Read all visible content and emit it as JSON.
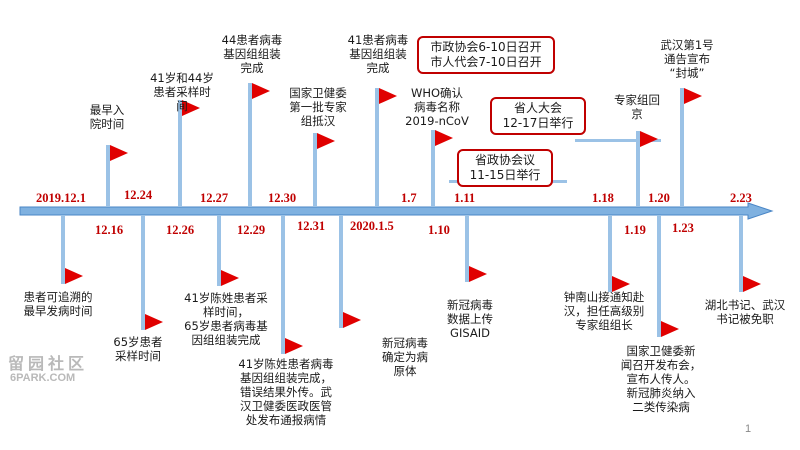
{
  "colors": {
    "axis": "#7fb1e0",
    "axis_border": "#4a86c6",
    "pole": "#9bc2e6",
    "flag": "#e00000",
    "date": "#c00000",
    "box_border": "#c00000"
  },
  "dates": [
    "2019.12.1",
    "12.16",
    "12.24",
    "12.26",
    "12.27",
    "12.29",
    "12.30",
    "12.31",
    "2020.1.5",
    "1.7",
    "1.10",
    "1.11",
    "1.18",
    "1.19",
    "1.20",
    "1.23",
    "2.23"
  ],
  "labels_above": [
    "最早入\n院时间",
    "41岁和44岁\n患者采样时\n间",
    "44患者病毒\n基因组组装\n完成",
    "国家卫健委\n第一批专家\n组抵汉",
    "41患者病毒\n基因组组装\n完成",
    "WHO确认\n病毒名称\n2019-nCoV",
    "专家组回\n京",
    "武汉第1号\n通告宣布\n“封城”"
  ],
  "labels_below": [
    "患者可追溯的\n最早发病时间",
    "65岁患者\n采样时间",
    "41岁陈姓患者采\n样时间，\n65岁患者病毒基\n因组组装完成",
    "41岁陈姓患者病毒\n基因组组装完成，\n错误结果外传。武\n汉卫健委医政医管\n处发布通报病情",
    "新冠病毒\n确定为病\n原体",
    "新冠病毒\n数据上传\nGISAID",
    "钟南山接通知赴\n汉，担任高级别\n专家组组长",
    "国家卫健委新\n闻召开发布会，\n宣布人传人。\n新冠肺炎纳入\n二类传染病",
    "湖北书记、武汉\n书记被免职"
  ],
  "boxes": [
    "市政协会6-10日召开\n市人代会7-10日召开",
    "省人大会\n12-17日举行",
    "省政协会议\n11-15日举行"
  ],
  "watermark": {
    "line1": "留园社区",
    "line2": "6PARK.COM"
  },
  "page_number": "1"
}
